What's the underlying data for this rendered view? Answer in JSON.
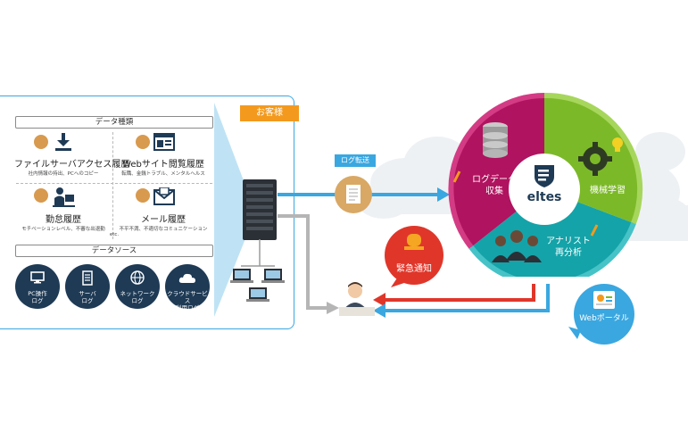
{
  "panel": {
    "data_types_header": "データ種類",
    "data_sources_header": "データソース",
    "items": [
      {
        "title": "ファイルサーバアクセス履歴",
        "subtitle": "社内情報の持出、PCへのコピー",
        "icon": "download-icon"
      },
      {
        "title": "Webサイト閲覧履歴",
        "subtitle": "転職、金銭トラブル、メンタルヘルス",
        "icon": "browser-icon"
      },
      {
        "title": "勤怠履歴",
        "subtitle": "モチベーションレベル、不審な出退勤",
        "icon": "desk-worker-icon"
      },
      {
        "title": "メール履歴",
        "subtitle": "不平不満、不適切なコミュニケーション",
        "icon": "envelope-icon"
      }
    ],
    "etc_text": "etc.",
    "sources": [
      {
        "line1": "PC操作",
        "line2": "ログ",
        "icon": "monitor-icon"
      },
      {
        "line1": "サーバ",
        "line2": "ログ",
        "icon": "server-icon"
      },
      {
        "line1": "ネットワーク",
        "line2": "ログ",
        "icon": "globe-icon"
      },
      {
        "line1": "クラウドサービス",
        "line2": "利用ログ",
        "icon": "cloud-icon"
      }
    ]
  },
  "customer_label": "お客様",
  "log_transfer_label": "ログ転送",
  "wheel": {
    "segment_collect": [
      "ログデータ",
      "収集"
    ],
    "segment_ml": "機械学習",
    "segment_analyst": [
      "アナリスト",
      "再分析"
    ],
    "logo_text": "eltes"
  },
  "alert_label": "緊急通知",
  "portal_label": "Webポータル",
  "colors": {
    "accent_blue": "#3aa7e0",
    "magenta": "#b0135f",
    "green": "#7cb928",
    "teal": "#14a3a8",
    "navy": "#1e3a55",
    "orange": "#f39a1e",
    "red": "#e0362a"
  }
}
